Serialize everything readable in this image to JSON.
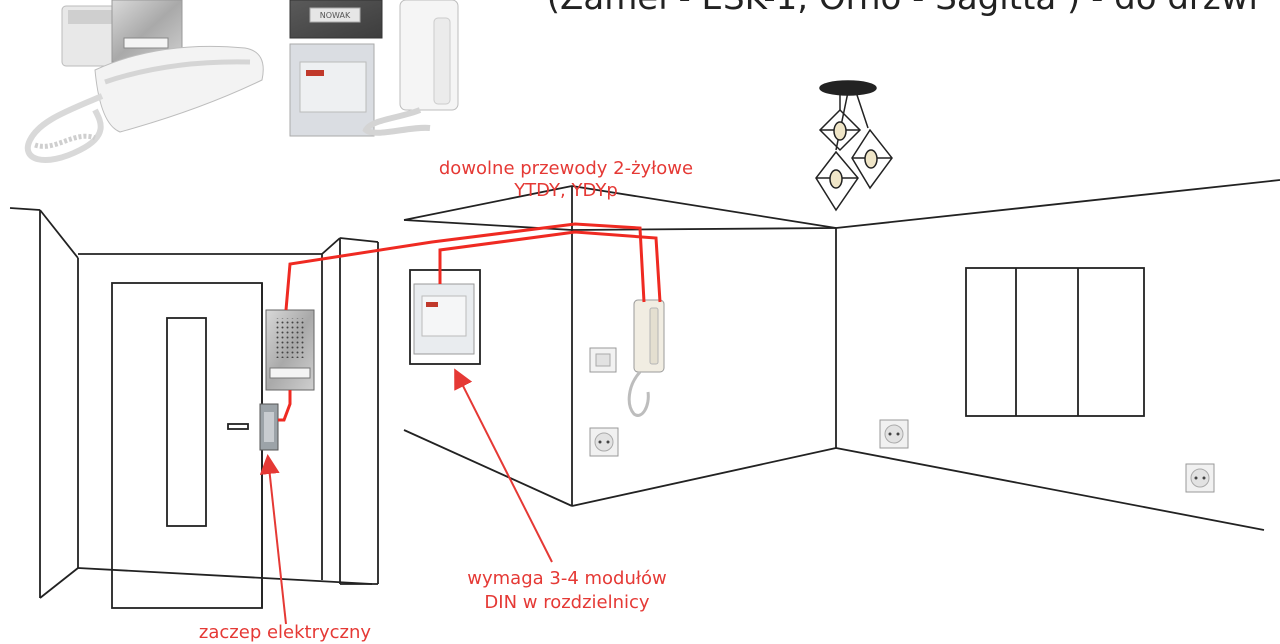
{
  "title": "(Zamel - ESK-1, Orno - Sagitta ) - do drzwi",
  "colors": {
    "wire": "#ef2a22",
    "label": "#e53935",
    "outline": "#222222"
  },
  "labels": {
    "wires_line1": "dowolne przewody 2-żyłowe",
    "wires_line2": "YTDY, YDYp",
    "din_line1": "wymaga 3-4 modułów",
    "din_line2": "DIN w rozdzielnicy",
    "strike": "zaczep elektryczny"
  },
  "product_photo": {
    "panel_brand": "NOWAK"
  }
}
